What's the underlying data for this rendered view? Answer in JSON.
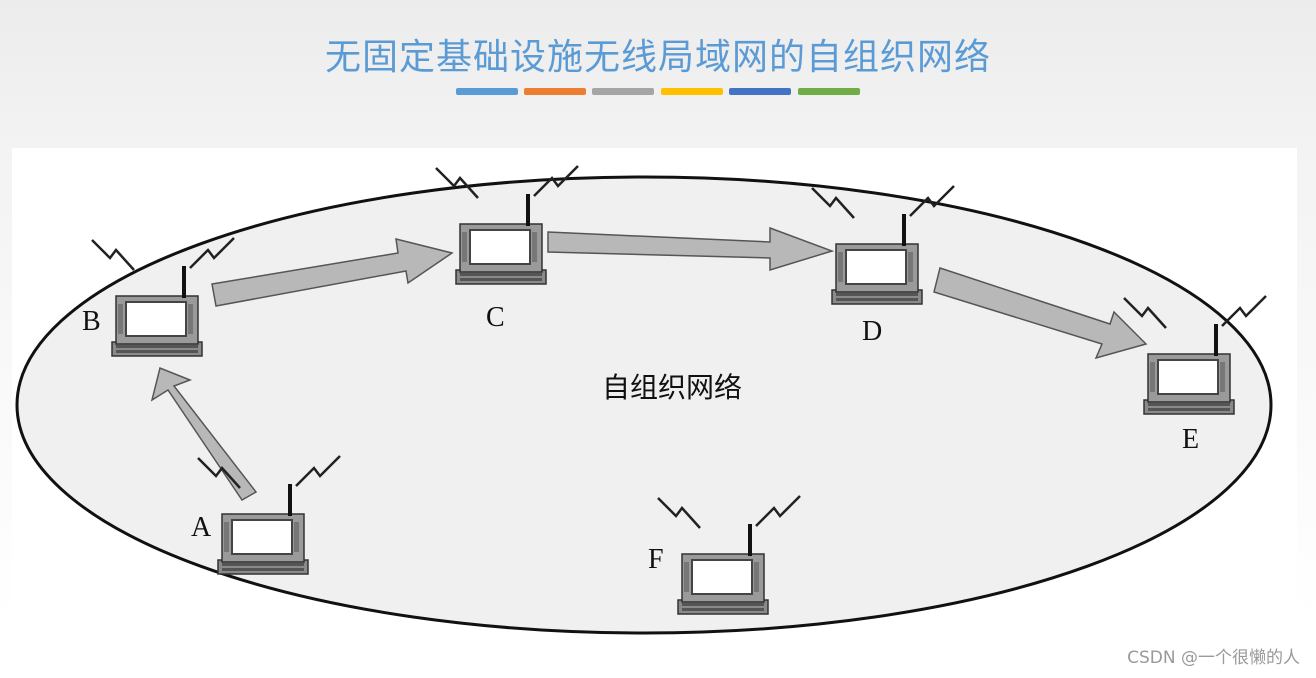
{
  "title": "无固定基础设施无线局域网的自组织网络",
  "title_bar_colors": [
    "#5b9bd5",
    "#ed7d31",
    "#a5a5a5",
    "#ffc000",
    "#4472c4",
    "#70ad47"
  ],
  "network_label": "自组织网络",
  "nodes": [
    {
      "id": "A",
      "label": "A"
    },
    {
      "id": "B",
      "label": "B"
    },
    {
      "id": "C",
      "label": "C"
    },
    {
      "id": "D",
      "label": "D"
    },
    {
      "id": "E",
      "label": "E"
    },
    {
      "id": "F",
      "label": "F"
    }
  ],
  "hops": [
    {
      "from": "A",
      "to": "B"
    },
    {
      "from": "B",
      "to": "C"
    },
    {
      "from": "C",
      "to": "D"
    },
    {
      "from": "D",
      "to": "E"
    }
  ],
  "icon": "laptop-with-antenna-icon",
  "watermark": "CSDN @一个很懒的人"
}
